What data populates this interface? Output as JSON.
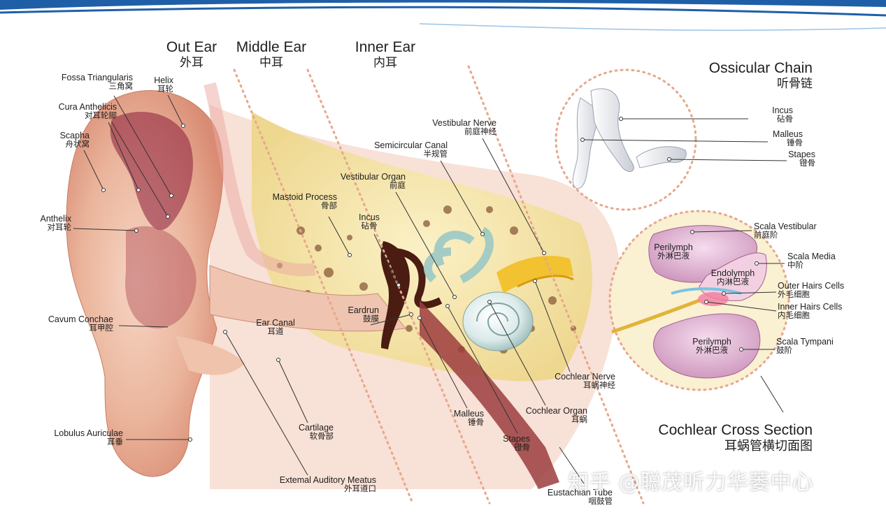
{
  "header": {
    "accent_color": "#1f5fa8"
  },
  "sections": {
    "out_ear": {
      "en": "Out Ear",
      "zh": "外耳"
    },
    "middle_ear": {
      "en": "Middle Ear",
      "zh": "中耳"
    },
    "inner_ear": {
      "en": "Inner Ear",
      "zh": "内耳"
    },
    "ossicular_chain": {
      "en": "Ossicular Chain",
      "zh": "听骨链"
    },
    "cochlear_cross_section": {
      "en": "Cochlear Cross Section",
      "zh": "耳蜗管横切面图"
    }
  },
  "labels": {
    "fossa_triangularis": {
      "en": "Fossa Triangularis",
      "zh": "三角窝"
    },
    "helix": {
      "en": "Helix",
      "zh": "耳轮"
    },
    "cura_anthelicis": {
      "en": "Cura Anthelicis",
      "zh": "对耳轮脚"
    },
    "scapha": {
      "en": "Scapha",
      "zh": "舟状窝"
    },
    "anthelix": {
      "en": "Anthelix",
      "zh": "对耳轮"
    },
    "cavum_conchae": {
      "en": "Cavum Conchae",
      "zh": "耳甲腔"
    },
    "lobulus_auriculae": {
      "en": "Lobulus Auriculae",
      "zh": "耳垂"
    },
    "external_auditory_meatus": {
      "en": "Extemal Auditory Meatus",
      "zh": "外耳道口"
    },
    "cartilage": {
      "en": "Cartilage",
      "zh": "软骨部"
    },
    "ear_canal": {
      "en": "Ear Canal",
      "zh": "耳道"
    },
    "mastoid_process": {
      "en": "Mastoid Process",
      "zh": "骨部"
    },
    "incus_main": {
      "en": "Incus",
      "zh": "砧骨"
    },
    "vestibular_organ": {
      "en": "Vestibular Organ",
      "zh": "前庭"
    },
    "semicircular_canal": {
      "en": "Semicircular Canal",
      "zh": "半规管"
    },
    "vestibular_nerve": {
      "en": "Vestibular Nerve",
      "zh": "前庭神经"
    },
    "eardrun": {
      "en": "Eardrun",
      "zh": "鼓膜"
    },
    "malleus_main": {
      "en": "Malleus",
      "zh": "锤骨"
    },
    "stapes_main": {
      "en": "Stapes",
      "zh": "镫骨"
    },
    "cochlear_organ": {
      "en": "Cochlear Organ",
      "zh": "耳蜗"
    },
    "cochlear_nerve": {
      "en": "Cochlear Nerve",
      "zh": "耳蜗神经"
    },
    "eustachian_tube": {
      "en": "Eustachian Tube",
      "zh": "咽鼓管"
    },
    "incus_chain": {
      "en": "Incus",
      "zh": "砧骨"
    },
    "malleus_chain": {
      "en": "Malleus",
      "zh": "锤骨"
    },
    "stapes_chain": {
      "en": "Stapes",
      "zh": "镫骨"
    },
    "scala_vestibular": {
      "en": "Scala Vestibular",
      "zh": "前庭阶"
    },
    "perilymph_top": {
      "en": "Perilymph",
      "zh": "外淋巴液"
    },
    "scala_media": {
      "en": "Scala Media",
      "zh": "中阶"
    },
    "endolymph": {
      "en": "Endolymph",
      "zh": "内淋巴液"
    },
    "outer_hairs_cells": {
      "en": "Outer Hairs Cells",
      "zh": "外毛细胞"
    },
    "inner_hairs_cells": {
      "en": "Inner Hairs Cells",
      "zh": "内毛细胞"
    },
    "perilymph_bottom": {
      "en": "Perilymph",
      "zh": "外淋巴液"
    },
    "scala_tympani": {
      "en": "Scala Tympani",
      "zh": "鼓阶"
    }
  },
  "watermark": "知乎 @聪茂听力华萎中心"
}
